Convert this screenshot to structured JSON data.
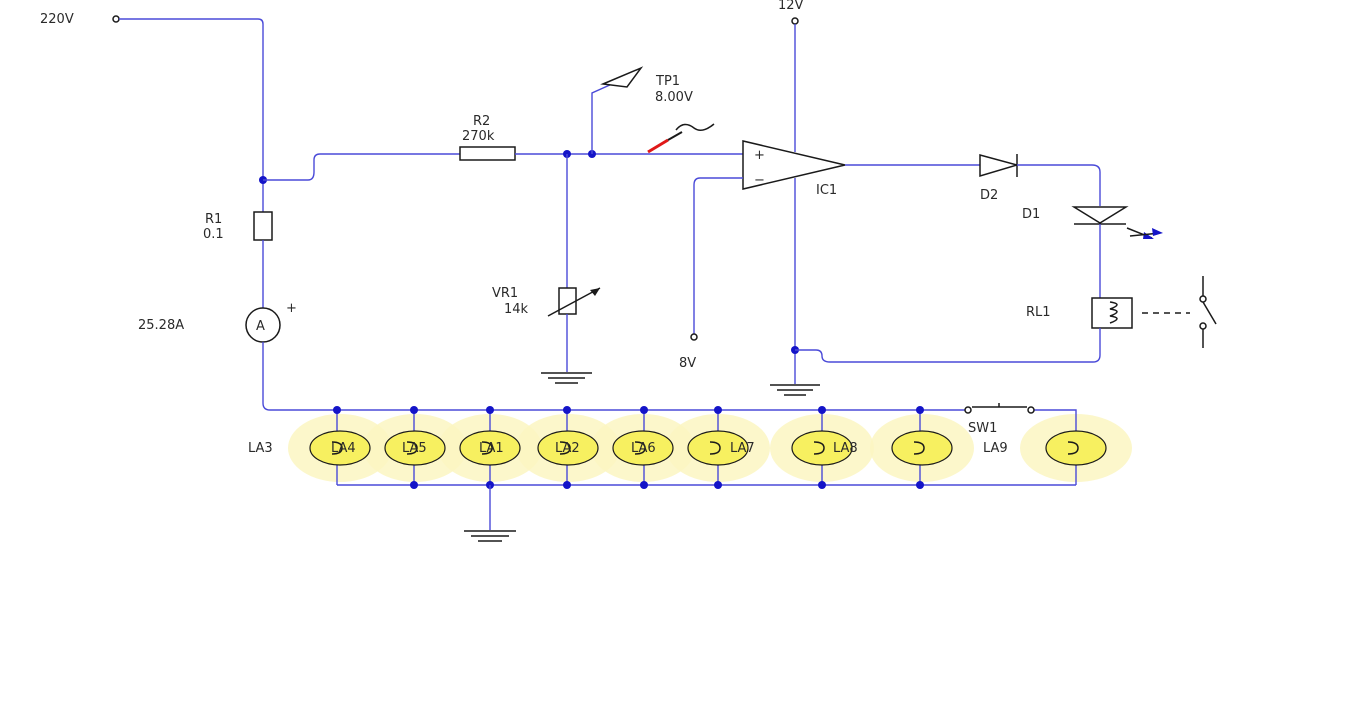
{
  "labels": {
    "v220": "220V",
    "v12": "12V",
    "tp1_name": "TP1",
    "tp1_value": "8.00V",
    "r2_name": "R2",
    "r2_value": "270k",
    "r1_name": "R1",
    "r1_value": "0.1",
    "ammeter_reading": "25.28A",
    "ammeter_symbol": "A",
    "ammeter_plus": "+",
    "vr1_name": "VR1",
    "vr1_value": "14k",
    "v8": "8V",
    "ic1": "IC1",
    "opamp_plus": "+",
    "opamp_minus": "−",
    "d2": "D2",
    "d1": "D1",
    "rl1": "RL1",
    "sw1": "SW1"
  },
  "lamps": [
    {
      "id": "LA3",
      "label": "LA3"
    },
    {
      "id": "LA4",
      "label": "LA4"
    },
    {
      "id": "LA5",
      "label": "LA5"
    },
    {
      "id": "LA1",
      "label": "LA1"
    },
    {
      "id": "LA2",
      "label": "LA2"
    },
    {
      "id": "LA6",
      "label": "LA6"
    },
    {
      "id": "LA7",
      "label": "LA7"
    },
    {
      "id": "LA8",
      "label": "LA8"
    },
    {
      "id": "LA9",
      "label": "LA9"
    }
  ],
  "colors": {
    "wire": "#4a4ad8",
    "junction": "#1414c8",
    "lamp_fill": "#f7f060",
    "lamp_glow": "#fbf6c2",
    "probe": "#e01818"
  }
}
